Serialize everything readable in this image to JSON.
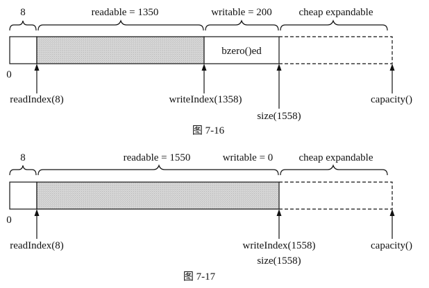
{
  "figures": [
    {
      "id": "fig-7-16",
      "caption": "图 7-16",
      "prefix_label": "8",
      "readable_label": "readable = 1350",
      "writable_label": "writable = 200",
      "cheap_label": "cheap expandable",
      "inbox_text": "bzero()ed",
      "origin_label": "0",
      "pointers": {
        "read": "readIndex(8)",
        "write": "writeIndex(1358)",
        "size": "size(1558)",
        "capacity": "capacity()"
      }
    },
    {
      "id": "fig-7-17",
      "caption": "图 7-17",
      "prefix_label": "8",
      "readable_label": "readable = 1550",
      "writable_label": "writable = 0",
      "cheap_label": "cheap expandable",
      "origin_label": "0",
      "pointers": {
        "write": "writeIndex(1558)",
        "read": "readIndex(8)",
        "size": "size(1558)",
        "capacity": "capacity()"
      }
    }
  ],
  "colors": {
    "line": "#111111",
    "readable_fill": "#d4d4d4",
    "background": "#ffffff"
  }
}
